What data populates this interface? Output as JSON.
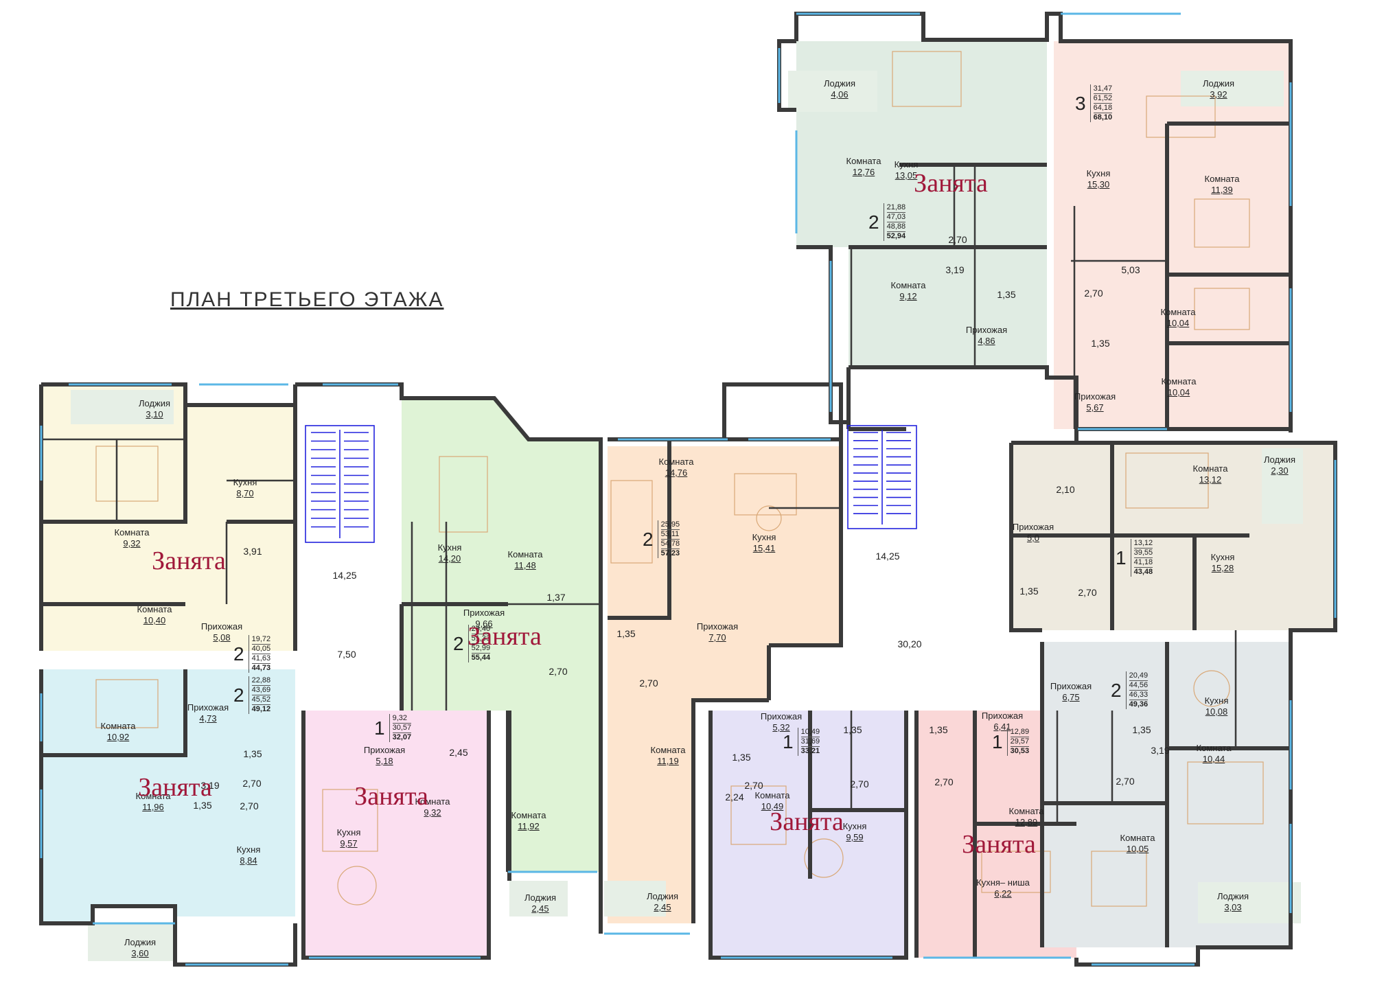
{
  "title": "ПЛАН ТРЕТЬЕГО ЭТАЖА",
  "colors": {
    "wall": "#3a3a3a",
    "glass": "#5bb7e6",
    "stamp": "#a0183a",
    "stair": "#2222dd",
    "furniture": "#d9a877"
  },
  "occupied_label": "Занята",
  "apartments": [
    {
      "rooms": "2",
      "areas": [
        "19,72",
        "40,05",
        "41,63",
        "44,73"
      ],
      "fill": "#fbf7df",
      "occupied": true
    },
    {
      "rooms": "2",
      "areas": [
        "22,88",
        "43,69",
        "45,52",
        "49,12"
      ],
      "fill": "#d9f1f5",
      "occupied": true
    },
    {
      "rooms": "1",
      "areas": [
        "9,32",
        "30,57",
        "32,07"
      ],
      "fill": "#fbdff0",
      "occupied": true
    },
    {
      "rooms": "2",
      "areas": [
        "23,40",
        "51,33",
        "52,99",
        "55,44"
      ],
      "fill": "#dff3d6",
      "occupied": true
    },
    {
      "rooms": "2",
      "areas": [
        "25,95",
        "53,11",
        "54,78",
        "57,23"
      ],
      "fill": "#fde5cf",
      "occupied": false
    },
    {
      "rooms": "1",
      "areas": [
        "10,49",
        "31,69",
        "33,21"
      ],
      "fill": "#e5e2f7",
      "occupied": true
    },
    {
      "rooms": "1",
      "areas": [
        "12,89",
        "29,57",
        "30,53"
      ],
      "fill": "#fad7d7",
      "occupied": true
    },
    {
      "rooms": "2",
      "areas": [
        "20,49",
        "44,56",
        "46,33",
        "49,36"
      ],
      "fill": "#e3e8ea",
      "occupied": false
    },
    {
      "rooms": "1",
      "areas": [
        "13,12",
        "39,55",
        "41,18",
        "43,48"
      ],
      "fill": "#eeeadf",
      "occupied": false
    },
    {
      "rooms": "3",
      "areas": [
        "31,47",
        "61,52",
        "64,18",
        "68,10"
      ],
      "fill": "#fbe6e0",
      "occupied": false
    },
    {
      "rooms": "2",
      "areas": [
        "21,88",
        "47,03",
        "48,88",
        "52,94"
      ],
      "fill": "#e0ece3",
      "occupied": true
    }
  ],
  "rooms": [
    {
      "name": "Лоджия",
      "area": "3,10"
    },
    {
      "name": "Кухня",
      "area": "8,70"
    },
    {
      "name": "Комната",
      "area": "9,32"
    },
    {
      "name": "Комната",
      "area": "10,40"
    },
    {
      "name": "Прихожая",
      "area": "5,08"
    },
    {
      "name": "Комната",
      "area": "10,92"
    },
    {
      "name": "Прихожая",
      "area": "4,73"
    },
    {
      "name": "Комната",
      "area": "11,96"
    },
    {
      "name": "Кухня",
      "area": "8,84"
    },
    {
      "name": "Лоджия",
      "area": "3,60"
    },
    {
      "name": "Прихожая",
      "area": "5,18"
    },
    {
      "name": "Комната",
      "area": "9,32"
    },
    {
      "name": "Кухня",
      "area": "9,57"
    },
    {
      "name": "Кухня",
      "area": "14,20"
    },
    {
      "name": "Комната",
      "area": "11,48"
    },
    {
      "name": "Прихожая",
      "area": "9,66"
    },
    {
      "name": "Комната",
      "area": "11,92"
    },
    {
      "name": "Лоджия",
      "area": "2,45"
    },
    {
      "name": "Комната",
      "area": "14,76"
    },
    {
      "name": "Кухня",
      "area": "15,41"
    },
    {
      "name": "Прихожая",
      "area": "7,70"
    },
    {
      "name": "Комната",
      "area": "11,19"
    },
    {
      "name": "Лоджия",
      "area": "2,45"
    },
    {
      "name": "Прихожая",
      "area": "5,32"
    },
    {
      "name": "Комната",
      "area": "10,49"
    },
    {
      "name": "Кухня",
      "area": "9,59"
    },
    {
      "name": "Прихожая",
      "area": "6,41"
    },
    {
      "name": "Комната",
      "area": "12,89"
    },
    {
      "name": "Кухня– ниша",
      "area": "6,22"
    },
    {
      "name": "Прихожая",
      "area": "6,75"
    },
    {
      "name": "Кухня",
      "area": "10,08"
    },
    {
      "name": "Комната",
      "area": "10,44"
    },
    {
      "name": "Комната",
      "area": "10,05"
    },
    {
      "name": "Лоджия",
      "area": "3,03"
    },
    {
      "name": "Комната",
      "area": "13,12"
    },
    {
      "name": "Лоджия",
      "area": "2,30"
    },
    {
      "name": "Прихожая",
      "area": "5,0"
    },
    {
      "name": "Кухня",
      "area": "15,28"
    },
    {
      "name": "Лоджия",
      "area": "3,92"
    },
    {
      "name": "Кухня",
      "area": "15,30"
    },
    {
      "name": "Комната",
      "area": "11,39"
    },
    {
      "name": "Комната",
      "area": "10,04"
    },
    {
      "name": "Комната",
      "area": "10,04"
    },
    {
      "name": "Прихожая",
      "area": "5,67"
    },
    {
      "name": "Лоджия",
      "area": "4,06"
    },
    {
      "name": "Комната",
      "area": "12,76"
    },
    {
      "name": "Кухня",
      "area": "13,05"
    },
    {
      "name": "Комната",
      "area": "9,12"
    },
    {
      "name": "Прихожая",
      "area": "4,86"
    }
  ],
  "bare_areas": [
    "3,91",
    "1,35",
    "2,70",
    "3,19",
    "1,35",
    "2,70",
    "2,45",
    "1,37",
    "2,70",
    "1,35",
    "2,70",
    "1,35",
    "2,70",
    "2,24",
    "1,35",
    "2,70",
    "1,35",
    "2,70",
    "3,19",
    "2,10",
    "1,35",
    "2,70",
    "5,03",
    "2,70",
    "1,35",
    "2,70",
    "3,19",
    "1,35",
    "14,25",
    "7,50",
    "14,25",
    "30,20",
    "1,35",
    "2,70"
  ]
}
